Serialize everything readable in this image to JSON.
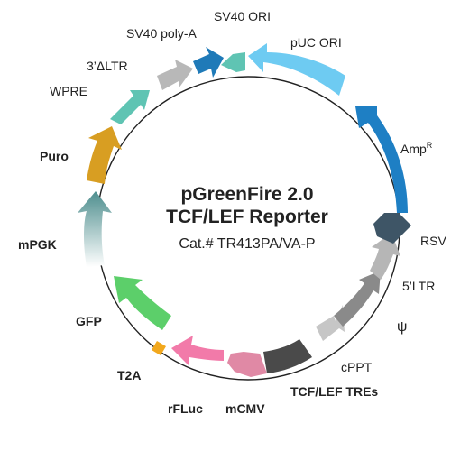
{
  "plasmid": {
    "name": "pGreenFire 2.0",
    "subtitle": "TCF/LEF Reporter",
    "catalog": "Cat.# TR413PA/VA-P"
  },
  "features": [
    {
      "id": "puc-ori",
      "label": "pUC ORI",
      "color": "#6ecbf2",
      "shape": "arrow-ccw"
    },
    {
      "id": "sv40-ori",
      "label": "SV40 ORI",
      "color": "#5fc4b3",
      "shape": "arrow-ccw"
    },
    {
      "id": "sv40-polya",
      "label": "SV40 poly-A",
      "color": "#1f7ab8",
      "shape": "arrow-cw"
    },
    {
      "id": "3ltr",
      "label": "3’ΔLTR",
      "color": "#b8b8b8",
      "shape": "arrow-cw"
    },
    {
      "id": "wpre",
      "label": "WPRE",
      "color": "#5fc4b3",
      "shape": "arrow-cw"
    },
    {
      "id": "puro",
      "label": "Puro",
      "color": "#d89e22",
      "shape": "arrow-cw"
    },
    {
      "id": "mpgk",
      "label": "mPGK",
      "color": "#4e8e8e",
      "shape": "arrow-cw"
    },
    {
      "id": "gfp",
      "label": "GFP",
      "color": "#5ccf6a",
      "shape": "arrow-cw"
    },
    {
      "id": "t2a",
      "label": "T2A",
      "color": "#f2a81d",
      "shape": "block"
    },
    {
      "id": "rfluc",
      "label": "rFLuc",
      "color": "#f27aa9",
      "shape": "arrow-cw"
    },
    {
      "id": "mcmv",
      "label": "mCMV",
      "color": "#e089a5",
      "shape": "arrow-cw"
    },
    {
      "id": "tcf-lef-tres",
      "label": "TCF/LEF TREs",
      "color": "#4a4a4a",
      "shape": "block"
    },
    {
      "id": "cppt",
      "label": "cPPT",
      "color": "#c6c6c6",
      "shape": "arrow-cw"
    },
    {
      "id": "psi",
      "label": "ψ",
      "color": "#8a8a8a",
      "shape": "arrow-cw"
    },
    {
      "id": "5ltr",
      "label": "5’LTR",
      "color": "#b6b6b6",
      "shape": "arrow-cw"
    },
    {
      "id": "rsv",
      "label": "RSV",
      "color": "#3e5566",
      "shape": "arrow-cw"
    },
    {
      "id": "amp",
      "label": "Amp",
      "label_sup": "R",
      "color": "#1e7fc4",
      "shape": "arrow-ccw"
    }
  ]
}
